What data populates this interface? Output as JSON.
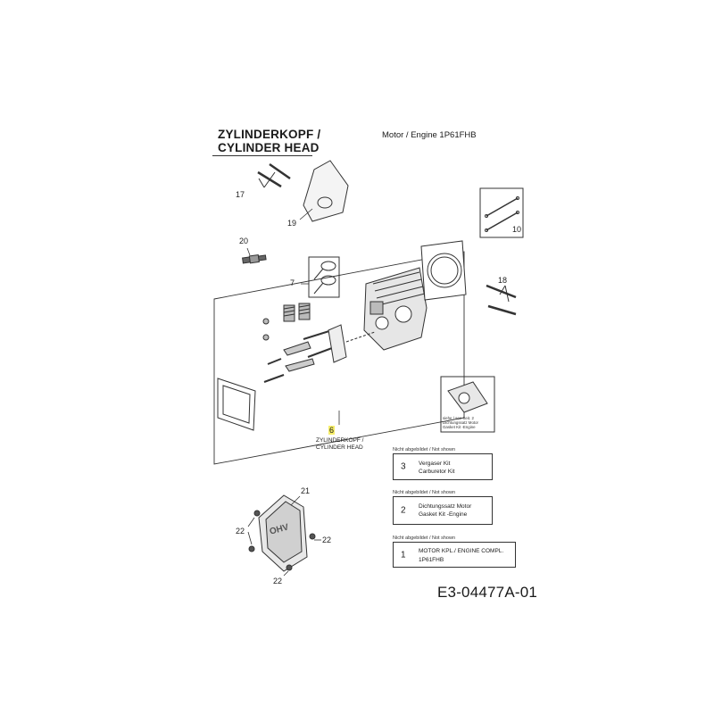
{
  "title": {
    "line1": "ZYLINDERKOPF /",
    "line2": "CYLINDER HEAD"
  },
  "engine": "Motor / Engine  1P61FHB",
  "callouts": {
    "c17": "17",
    "c19": "19",
    "c10": "10",
    "c20": "20",
    "c7": "7",
    "c18": "18",
    "c6": "6",
    "c21": "21",
    "c22a": "22",
    "c22b": "22",
    "c22c": "22"
  },
  "assembly_label": {
    "line1": "ZYLINDERKOPF /",
    "line2": "CYLINDER HEAD"
  },
  "inset_note": {
    "line1": "siehe / see  Seit. 2",
    "line2": "Dichtungssatz Motor",
    "line3": "Gasket Kit -Engine"
  },
  "not_shown_items": [
    {
      "header": "Nicht abgebildet / Not shown",
      "number": "3",
      "line1": "Vergaser Kit",
      "line2": "Carburetor Kit"
    },
    {
      "header": "Nicht abgebildet / Not shown",
      "number": "2",
      "line1": "Dichtungssatz Motor",
      "line2": "Gasket Kit -Engine"
    },
    {
      "header": "Nicht abgebildet / Not shown",
      "number": "1",
      "line1": "MOTOR KPL./ ENGINE COMPL.",
      "line2": "1P61FHB"
    }
  ],
  "doc_code": "E3-04477A-01",
  "colors": {
    "line": "#333333",
    "highlight": "#f6ee6a"
  },
  "valve_cover_text": "OHV"
}
